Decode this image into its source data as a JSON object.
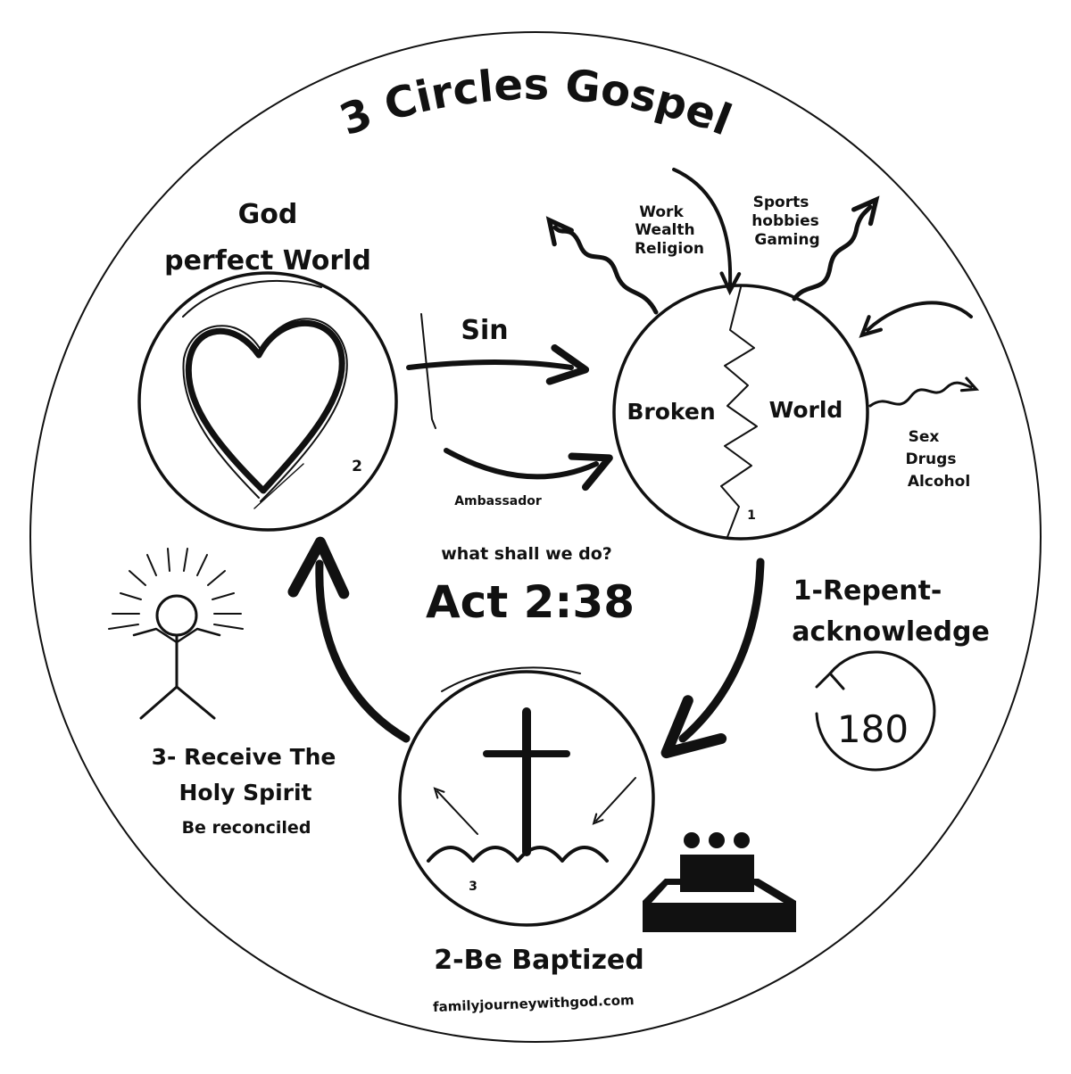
{
  "title": "3 Circles Gospel",
  "god": {
    "line1": "God",
    "line2": "perfect World",
    "number": "2"
  },
  "sin": {
    "label": "Sin"
  },
  "ambassador": {
    "label": "Ambassador"
  },
  "broken_world": {
    "left": "Broken",
    "right": "World",
    "number": "1"
  },
  "distractions": {
    "group1": [
      "Work",
      "Wealth",
      "Religion"
    ],
    "group2": [
      "Sports",
      "hobbies",
      "Gaming"
    ],
    "group3": [
      "Sex",
      "Drugs",
      "Alcohol"
    ]
  },
  "center": {
    "question": "what shall we do?",
    "verse": "Act 2:38"
  },
  "step1": {
    "line1": "1-Repent-",
    "line2": "acknowledge",
    "icon_text": "180"
  },
  "step2": {
    "label": "2-Be Baptized",
    "number": "3"
  },
  "step3": {
    "line1": "3- Receive The",
    "line2": "Holy Spirit",
    "line3": "Be reconciled"
  },
  "footer": {
    "website": "familyjourneywithgod.com"
  },
  "colors": {
    "ink": "#111111",
    "background": "#ffffff"
  }
}
